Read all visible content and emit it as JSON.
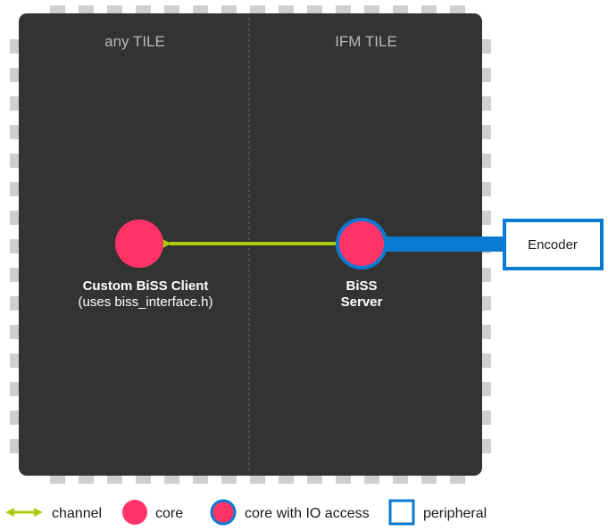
{
  "colors": {
    "chip_body": "#333333",
    "pin": "#cfcfcf",
    "divider": "#5a5a5a",
    "core": "#ff3366",
    "io_ring": "#0a7bd1",
    "channel": "#a8cc10",
    "link": "#0a7bd1",
    "peripheral_border": "#0a7bd1",
    "peripheral_fill": "#ffffff"
  },
  "tiles": {
    "left_label": "any TILE",
    "right_label": "IFM TILE"
  },
  "cores": {
    "client": {
      "title": "Custom BiSS Client",
      "subtitle": "(uses biss_interface.h)"
    },
    "server": {
      "title_line1": "BiSS",
      "title_line2": "Server"
    }
  },
  "peripheral": {
    "label": "Encoder"
  },
  "legend": {
    "channel": "channel",
    "core": "core",
    "core_io": "core with IO access",
    "peripheral": "peripheral"
  },
  "icons": {
    "channel": "double-arrow-icon",
    "core": "circle-icon",
    "core_io": "ringed-circle-icon",
    "peripheral": "square-outline-icon"
  }
}
